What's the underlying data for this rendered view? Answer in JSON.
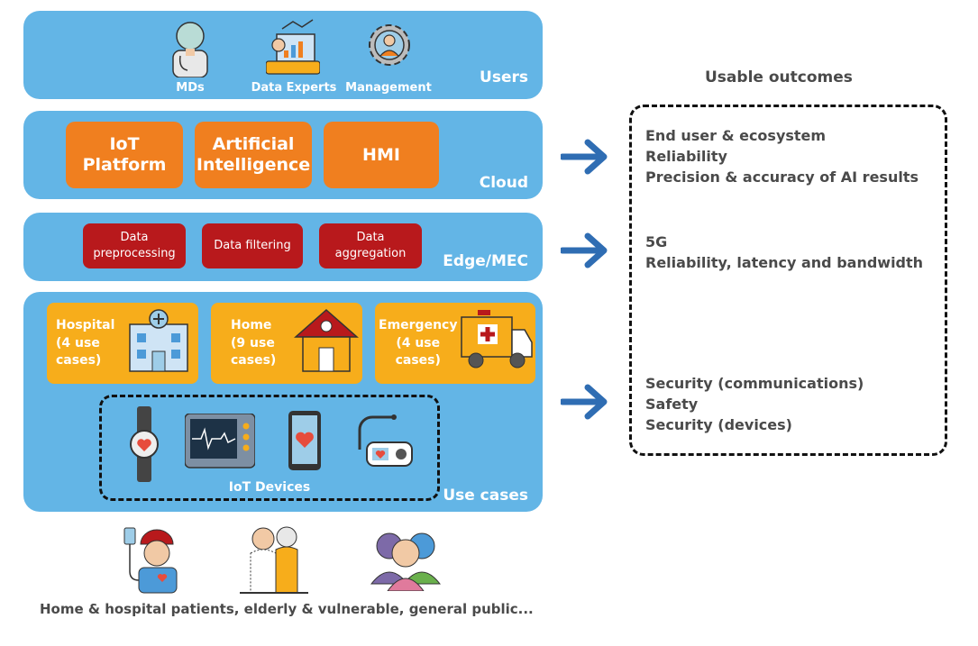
{
  "layers": {
    "users": {
      "title": "Users",
      "items": [
        "MDs",
        "Data Experts",
        "Management"
      ]
    },
    "cloud": {
      "title": "Cloud",
      "items": [
        "IoT Platform",
        "Artificial Intelligence",
        "HMI"
      ]
    },
    "edge": {
      "title": "Edge/MEC",
      "items": [
        "Data\npreprocessing",
        "Data filtering",
        "Data\naggregation"
      ]
    },
    "use_cases": {
      "title": "Use cases",
      "sites": [
        "Hospital\n(4 use\ncases)",
        "Home\n(9 use\ncases)",
        "Emergency\n(4 use\ncases)"
      ],
      "iot_label": "IoT Devices"
    }
  },
  "outcomes": {
    "title": "Usable outcomes",
    "cloud": [
      "End user & ecosystem",
      "Reliability",
      "Precision & accuracy of AI results"
    ],
    "edge": [
      "5G",
      "Reliability, latency and bandwidth"
    ],
    "use_cases": [
      "Security (communications)",
      "Safety",
      "Security (devices)"
    ]
  },
  "footer": "Home & hospital patients, elderly & vulnerable, general public...",
  "colors": {
    "layer": "#63b5e6",
    "orange": "#f07f1f",
    "red": "#b8191c",
    "yellow": "#f7ad1b",
    "arrow": "#2f6db3"
  }
}
